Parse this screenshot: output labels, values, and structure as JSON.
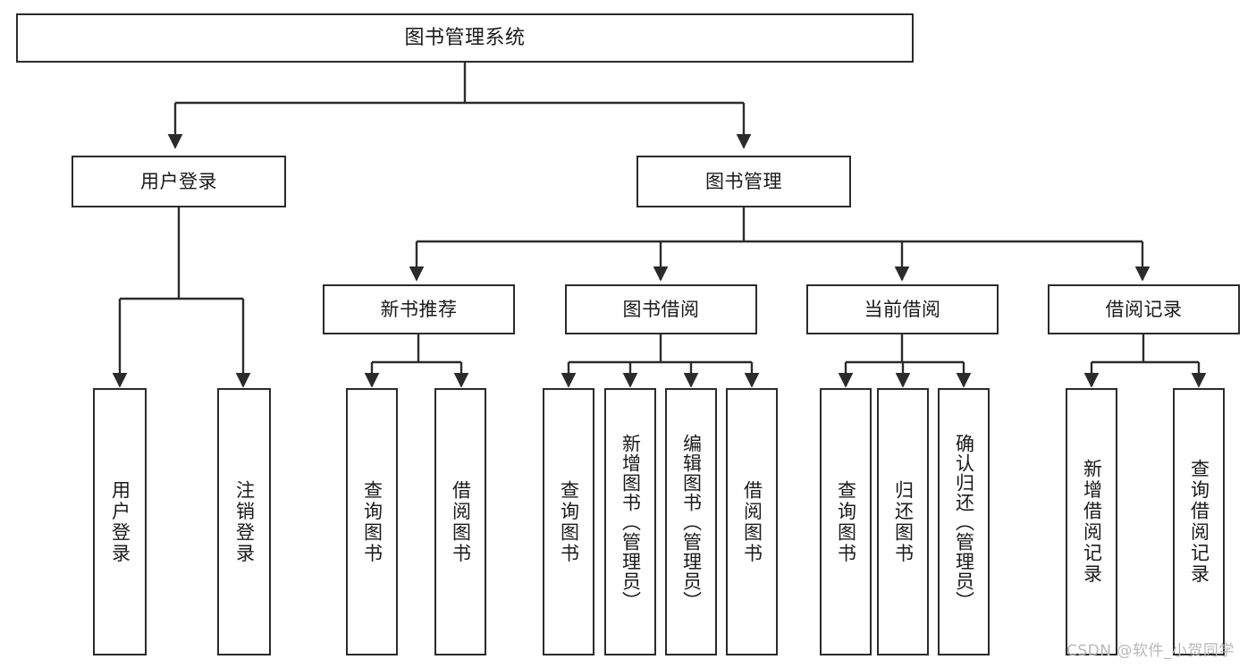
{
  "diagram": {
    "title": "图书管理系统",
    "type": "function-structure-tree",
    "watermark": "CSDN @软件_小贺同学",
    "colors": {
      "box_border": "#2b2b2b",
      "box_fill": "#ffffff",
      "edge": "#2b2b2b",
      "text": "#1a1a1a",
      "watermark": "#b8b8b8",
      "canvas": "#ffffff"
    },
    "nodes": {
      "root": {
        "label": "图书管理系统"
      },
      "level1": [
        {
          "id": "user-login",
          "label": "用户登录"
        },
        {
          "id": "book-manage",
          "label": "图书管理"
        }
      ],
      "level2": [
        {
          "id": "new-book-rec",
          "label": "新书推荐"
        },
        {
          "id": "book-borrow",
          "label": "图书借阅"
        },
        {
          "id": "current-borrow",
          "label": "当前借阅"
        },
        {
          "id": "borrow-record",
          "label": "借阅记录"
        }
      ],
      "leaves": {
        "user_login": [
          {
            "id": "leaf-user-login",
            "label": "用户登录"
          },
          {
            "id": "leaf-logout",
            "label": "注销登录"
          }
        ],
        "new_book_rec": [
          {
            "id": "leaf-query-book-1",
            "label": "查询图书"
          },
          {
            "id": "leaf-borrow-book-1",
            "label": "借阅图书"
          }
        ],
        "book_borrow": [
          {
            "id": "leaf-query-book-2",
            "label": "查询图书"
          },
          {
            "id": "leaf-add-book",
            "label": "新增图书（管理员）"
          },
          {
            "id": "leaf-edit-book",
            "label": "编辑图书（管理员）"
          },
          {
            "id": "leaf-borrow-book-2",
            "label": "借阅图书"
          }
        ],
        "current_borrow": [
          {
            "id": "leaf-query-book-3",
            "label": "查询图书"
          },
          {
            "id": "leaf-return-book",
            "label": "归还图书"
          },
          {
            "id": "leaf-confirm-return",
            "label": "确认归还（管理员）"
          }
        ],
        "borrow_record": [
          {
            "id": "leaf-add-record",
            "label": "新增借阅记录"
          },
          {
            "id": "leaf-query-record",
            "label": "查询借阅记录"
          }
        ]
      }
    }
  }
}
